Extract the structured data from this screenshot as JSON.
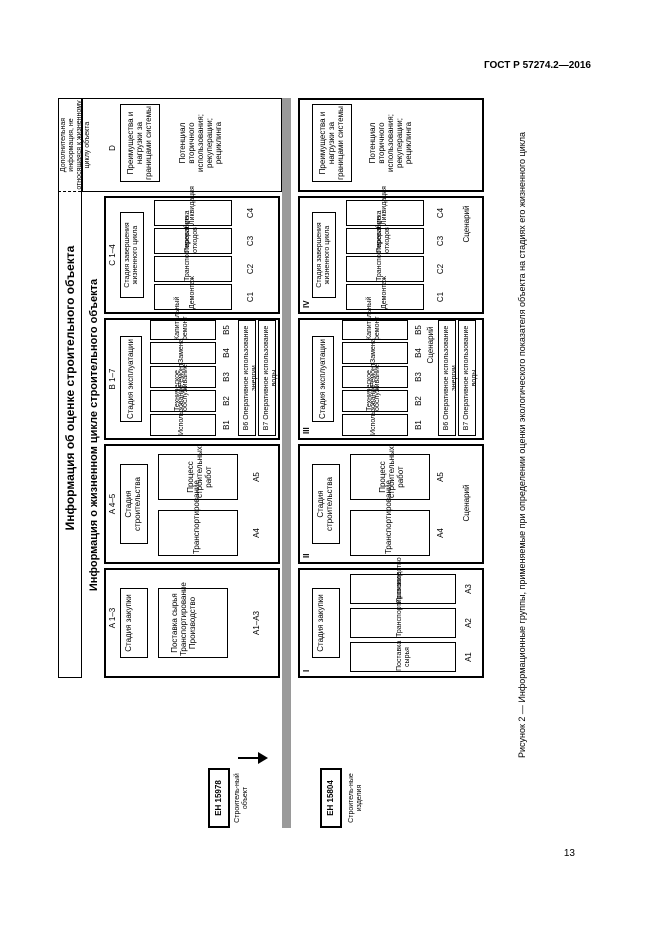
{
  "header": "ГОСТ Р 57274.2—2016",
  "page_number": "13",
  "caption": "Рисунок 2 — Информационные группы, применяемые при определении оценки экологического показателя объекта на стадиях его жизненного цикла",
  "title_main": "Информация об оценке строительного объекта",
  "title_lifecycle": "Информация о жизненном цикле строительного объекта",
  "title_additional": "Дополнительная информация, не относящаяся к жизненному циклу объекта",
  "left_top": {
    "standard": "ЕН 15978",
    "label": "Строитель-ный объект"
  },
  "left_bottom": {
    "standard": "ЕН 15804",
    "label": "Строитель-ные изделия"
  },
  "top": {
    "a13": {
      "code": "A 1–3",
      "stage": "Стадия закупки",
      "module": "Поставка сырья Транспортирование Производство",
      "range": "A1–A3"
    },
    "a45": {
      "code": "A 4–5",
      "stage": "Стадия строительства",
      "a4": "A4",
      "a4_text": "Транспортирование",
      "a5": "A5",
      "a5_text": "Процесс строительных работ"
    },
    "b17": {
      "code": "B 1–7",
      "stage": "Стадия эксплуатации",
      "b1": "B1",
      "b1_text": "Использование",
      "b2": "B2",
      "b2_text": "Техническое обслуживание",
      "b3": "B3",
      "b3_text": "Ремонт",
      "b4": "B4",
      "b4_text": "Замена",
      "b5": "B5",
      "b5_text": "Капитальный ремонт",
      "b6": "B6 Оперативное использование энергии",
      "b7": "B7 Оперативное использование воды"
    },
    "c14": {
      "code": "C 1–4",
      "stage": "Стадия завершения жизненного цикла",
      "c1": "C1",
      "c1_text": "Демонтаж",
      "c2": "C2",
      "c2_text": "Транспортирование",
      "c3": "C3",
      "c3_text": "Переработка отходов",
      "c4": "C4",
      "c4_text": "Ликвидация"
    },
    "d": {
      "code": "D",
      "title": "Преимущества и нагрузки за границами системы",
      "text": "Потенциал вторичного использования; рекуперации; рециклинга"
    }
  },
  "bottom": {
    "i": {
      "roman": "I",
      "stage": "Стадия закупки",
      "a1": "A1",
      "a1_text": "Поставка сырья",
      "a2": "A2",
      "a2_text": "Транспортирование",
      "a3": "A3",
      "a3_text": "Производство"
    },
    "ii": {
      "roman": "II",
      "stage": "Стадия строительства",
      "a4": "A4",
      "a4_text": "Транспортирование",
      "a5": "A5",
      "a5_text": "Процесс строительных работ",
      "scenario": "Сценарий"
    },
    "iii": {
      "roman": "III",
      "stage": "Стадия эксплуатации",
      "b1": "B1",
      "b1_text": "Использование",
      "b2": "B2",
      "b2_text": "Техническое обслуживание",
      "b3": "B3",
      "b3_text": "Ремонт",
      "b4": "B4",
      "b4_text": "Замена",
      "b5": "B5",
      "b5_text": "Капитальный ремонт",
      "scenario": "Сценарий",
      "b6": "B6 Оперативное использование энергии",
      "b7": "B7 Оперативное использование воды"
    },
    "iv": {
      "roman": "IV",
      "stage": "Стадия завершения жизненного цикла",
      "c1": "C1",
      "c1_text": "Демонтаж",
      "c2": "C2",
      "c2_text": "Транспортирование",
      "c3": "C3",
      "c3_text": "Переработка отходов",
      "c4": "C4",
      "c4_text": "Ликвидация",
      "scenario": "Сценарий"
    },
    "d": {
      "title": "Преимущества и нагрузки за границами системы",
      "text": "Потенциал вторичного использования; рекуперации; рециклинга"
    }
  }
}
